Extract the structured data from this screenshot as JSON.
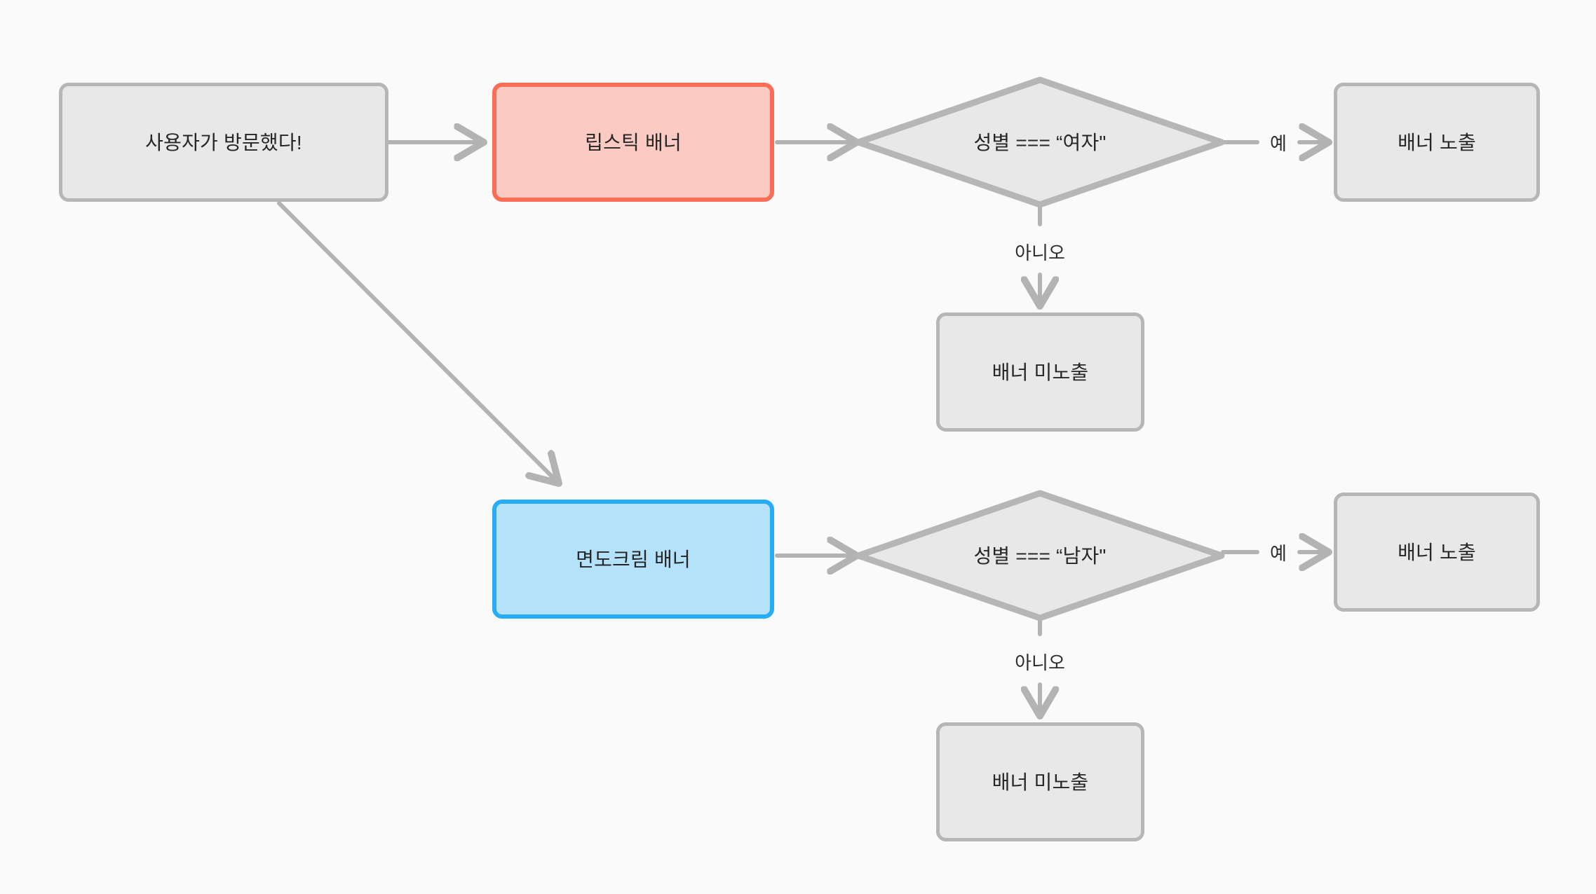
{
  "diagram": {
    "type": "flowchart",
    "background_color": "#fafafa",
    "orientation": "left-to-right",
    "nodes": [
      {
        "id": "visit",
        "shape": "rounded-rect",
        "label": "사용자가 방문했다!",
        "fill": "#e8e8e8",
        "stroke": "#b6b6b6"
      },
      {
        "id": "lipstick-banner",
        "shape": "rounded-rect",
        "label": "립스틱 배너",
        "fill": "#fbcbc3",
        "stroke": "#fb6d55"
      },
      {
        "id": "cond-female",
        "shape": "diamond",
        "label": "성별 === “여자\"",
        "fill": "#e8e8e8",
        "stroke": "#b6b6b6"
      },
      {
        "id": "show-banner-top",
        "shape": "rounded-rect",
        "label": "배너 노출",
        "fill": "#e8e8e8",
        "stroke": "#b6b6b6"
      },
      {
        "id": "hide-banner-top",
        "shape": "rounded-rect",
        "label": "배너 미노출",
        "fill": "#e8e8e8",
        "stroke": "#b6b6b6"
      },
      {
        "id": "shaving-cream-banner",
        "shape": "rounded-rect",
        "label": "면도크림 배너",
        "fill": "#b5e2fb",
        "stroke": "#27adf7"
      },
      {
        "id": "cond-male",
        "shape": "diamond",
        "label": "성별 === “남자\"",
        "fill": "#e8e8e8",
        "stroke": "#b6b6b6"
      },
      {
        "id": "show-banner-bottom",
        "shape": "rounded-rect",
        "label": "배너 노출",
        "fill": "#e8e8e8",
        "stroke": "#b6b6b6"
      },
      {
        "id": "hide-banner-bottom",
        "shape": "rounded-rect",
        "label": "배너 미노출",
        "fill": "#e8e8e8",
        "stroke": "#b6b6b6"
      }
    ],
    "edges": [
      {
        "from": "visit",
        "to": "lipstick-banner",
        "label": "",
        "style": "solid"
      },
      {
        "from": "visit",
        "to": "shaving-cream-banner",
        "label": "",
        "style": "solid"
      },
      {
        "from": "lipstick-banner",
        "to": "cond-female",
        "label": "",
        "style": "solid"
      },
      {
        "from": "cond-female",
        "to": "show-banner-top",
        "label": "예",
        "style": "dashed"
      },
      {
        "from": "cond-female",
        "to": "hide-banner-top",
        "label": "아니오",
        "style": "dashed"
      },
      {
        "from": "shaving-cream-banner",
        "to": "cond-male",
        "label": "",
        "style": "solid"
      },
      {
        "from": "cond-male",
        "to": "show-banner-bottom",
        "label": "예",
        "style": "dashed"
      },
      {
        "from": "cond-male",
        "to": "hide-banner-bottom",
        "label": "아니오",
        "style": "dashed"
      }
    ],
    "edge_labels": {
      "yes_top": "예",
      "no_top": "아니오",
      "yes_bottom": "예",
      "no_bottom": "아니오"
    },
    "colors": {
      "line": "#b3b3b3",
      "text": "#262626",
      "node_gray_fill": "#e8e8e8",
      "node_gray_stroke": "#b6b6b6",
      "node_red_fill": "#fbcbc3",
      "node_red_stroke": "#fb6d55",
      "node_blue_fill": "#b5e2fb",
      "node_blue_stroke": "#27adf7"
    }
  }
}
